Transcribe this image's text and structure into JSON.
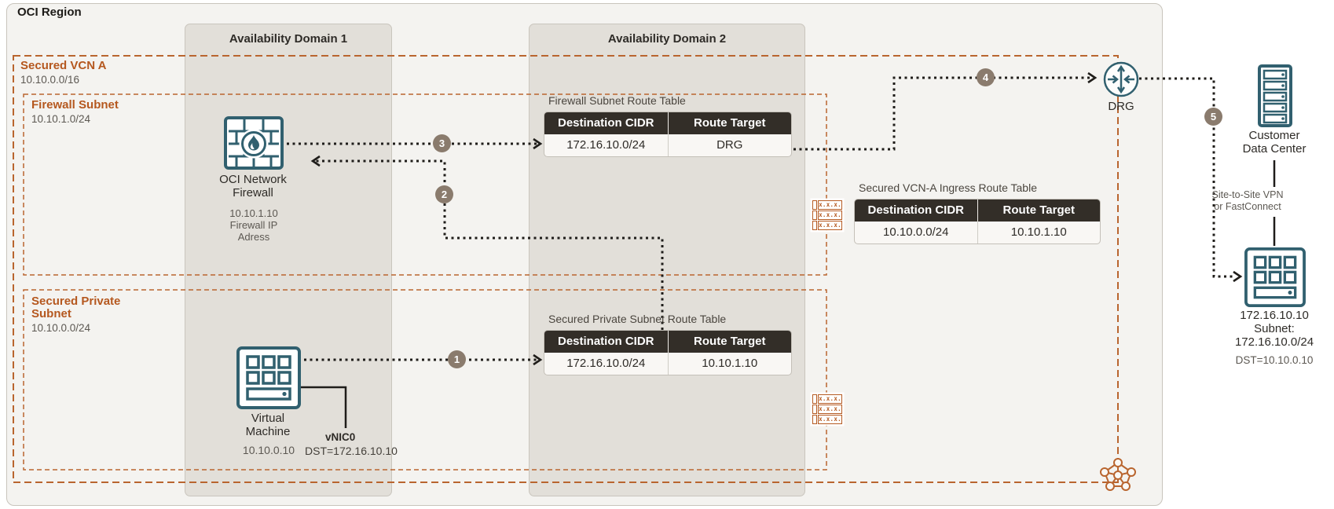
{
  "region": {
    "title": "OCI Region"
  },
  "availability_domains": [
    {
      "label": "Availability Domain 1"
    },
    {
      "label": "Availability Domain 2"
    }
  ],
  "vcn": {
    "name": "Secured VCN A",
    "cidr": "10.10.0.0/16"
  },
  "subnets": [
    {
      "name": "Firewall Subnet",
      "cidr": "10.10.1.0/24"
    },
    {
      "name": "Secured Private Subnet",
      "cidr": "10.10.0.0/24"
    }
  ],
  "firewall": {
    "label": "OCI Network Firewall",
    "ip": "10.10.1.10",
    "ip_caption": "Firewall IP Adress"
  },
  "vm": {
    "label": "Virtual Machine",
    "ip": "10.10.0.10",
    "vnic": "vNIC0",
    "dst": "DST=172.16.10.10"
  },
  "drg": {
    "label": "DRG"
  },
  "customer_dc": {
    "label": "Customer Data Center",
    "link_label": "Site-to-Site VPN or FastConnect"
  },
  "remote_subnet": {
    "ip": "172.16.10.10",
    "subnet_label": "Subnet:",
    "cidr": "172.16.10.0/24",
    "dst": "DST=10.10.0.10"
  },
  "tables": [
    {
      "title": "Firewall Subnet Route Table",
      "headers": [
        "Destination CIDR",
        "Route Target"
      ],
      "rows": [
        [
          "172.16.10.0/24",
          "DRG"
        ]
      ]
    },
    {
      "title": "Secured VCN-A Ingress Route Table",
      "headers": [
        "Destination CIDR",
        "Route Target"
      ],
      "rows": [
        [
          "10.10.0.0/24",
          "10.10.1.10"
        ]
      ]
    },
    {
      "title": "Secured Private Subnet Route Table",
      "headers": [
        "Destination CIDR",
        "Route Target"
      ],
      "rows": [
        [
          "172.16.10.0/24",
          "10.10.1.10"
        ]
      ]
    }
  ],
  "steps": [
    "1",
    "2",
    "3",
    "4",
    "5"
  ],
  "route_table_icon": {
    "cell_text": "x.x.x."
  },
  "colors": {
    "accent_orange": "#b55a22",
    "teal": "#31606f",
    "table_header_bg": "#332e28",
    "step_badge": "#8a7b6d",
    "ad_fill": "#e2dfd9",
    "region_fill": "#f4f3f0"
  }
}
